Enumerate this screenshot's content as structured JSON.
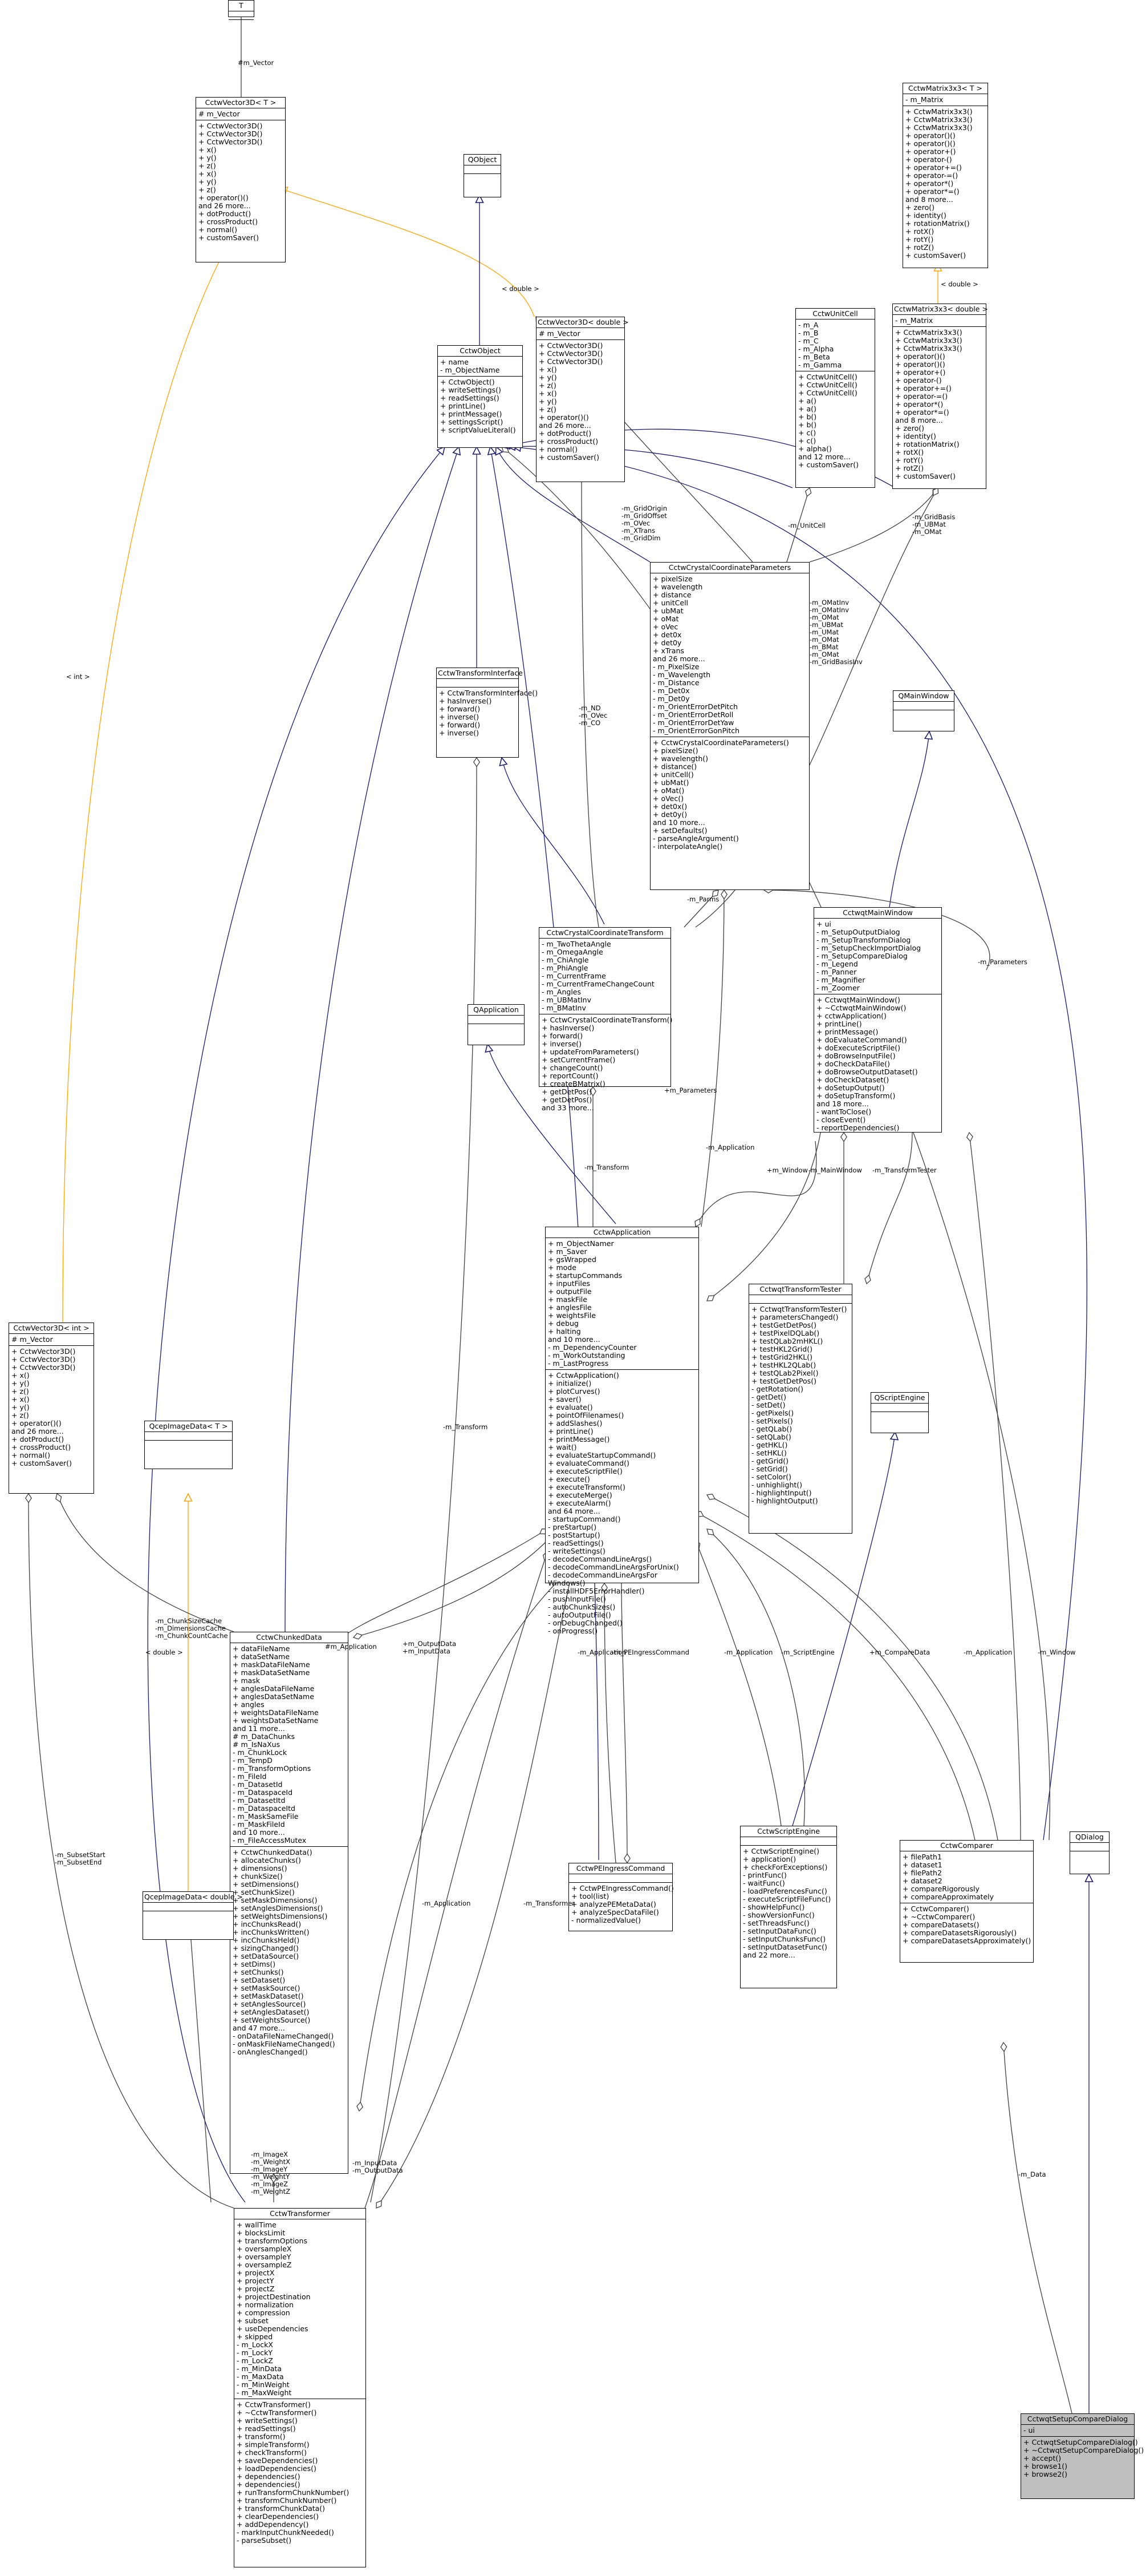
{
  "colors": {
    "inherit": "#191970",
    "usage": "#9a32cd",
    "template": "#ffa500",
    "line": "#404040",
    "target_fill": "#bfbfbf"
  },
  "classes": {
    "T": {
      "name": "T",
      "attrs": [],
      "methods": []
    },
    "cctwVector3D_T": {
      "name": "CctwVector3D< T >",
      "attrs": [
        "# m_Vector"
      ],
      "methods": [
        "+ CctwVector3D()",
        "+ CctwVector3D()",
        "+ CctwVector3D()",
        "+ x()",
        "+ y()",
        "+ z()",
        "+ x()",
        "+ y()",
        "+ z()",
        "+ operator()()",
        "and 26 more...",
        "+ dotProduct()",
        "+ crossProduct()",
        "+ normal()",
        "+ customSaver()"
      ]
    },
    "qobject": {
      "name": "QObject",
      "attrs": [],
      "methods": []
    },
    "cctwMatrix3x3_T": {
      "name": "CctwMatrix3x3< T >",
      "attrs": [
        "- m_Matrix"
      ],
      "methods": [
        "+ CctwMatrix3x3()",
        "+ CctwMatrix3x3()",
        "+ CctwMatrix3x3()",
        "+ operator()()",
        "+ operator()()",
        "+ operator+()",
        "+ operator-()",
        "+ operator+=()",
        "+ operator-=()",
        "+ operator*()",
        "+ operator*=()",
        "and 8 more...",
        "+ zero()",
        "+ identity()",
        "+ rotationMatrix()",
        "+ rotX()",
        "+ rotY()",
        "+ rotZ()",
        "+ customSaver()"
      ]
    },
    "cctwVector3D_double": {
      "name": "CctwVector3D< double >",
      "attrs": [
        "# m_Vector"
      ],
      "methods": [
        "+ CctwVector3D()",
        "+ CctwVector3D()",
        "+ CctwVector3D()",
        "+ x()",
        "+ y()",
        "+ z()",
        "+ x()",
        "+ y()",
        "+ z()",
        "+ operator()()",
        "and 26 more...",
        "+ dotProduct()",
        "+ crossProduct()",
        "+ normal()",
        "+ customSaver()"
      ]
    },
    "cctwUnitCell": {
      "name": "CctwUnitCell",
      "attrs": [
        "- m_A",
        "- m_B",
        "- m_C",
        "- m_Alpha",
        "- m_Beta",
        "- m_Gamma"
      ],
      "methods": [
        "+ CctwUnitCell()",
        "+ CctwUnitCell()",
        "+ CctwUnitCell()",
        "+ a()",
        "+ a()",
        "+ b()",
        "+ b()",
        "+ c()",
        "+ c()",
        "+ alpha()",
        "and 12 more...",
        "+ customSaver()"
      ]
    },
    "cctwMatrix3x3_double": {
      "name": "CctwMatrix3x3< double >",
      "attrs": [
        "- m_Matrix"
      ],
      "methods": [
        "+ CctwMatrix3x3()",
        "+ CctwMatrix3x3()",
        "+ CctwMatrix3x3()",
        "+ operator()()",
        "+ operator()()",
        "+ operator+()",
        "+ operator-()",
        "+ operator+=()",
        "+ operator-=()",
        "+ operator*()",
        "+ operator*=()",
        "and 8 more...",
        "+ zero()",
        "+ identity()",
        "+ rotationMatrix()",
        "+ rotX()",
        "+ rotY()",
        "+ rotZ()",
        "+ customSaver()"
      ]
    },
    "cctwObject": {
      "name": "CctwObject",
      "attrs": [
        "+ name",
        "- m_ObjectName"
      ],
      "methods": [
        "+ CctwObject()",
        "+ writeSettings()",
        "+ readSettings()",
        "+ printLine()",
        "+ printMessage()",
        "+ settingsScript()",
        "+ scriptValueLiteral()"
      ]
    },
    "cctwCrystalCoordParams": {
      "name": "CctwCrystalCoordinateParameters",
      "attrs": [
        "+ pixelSize",
        "+ wavelength",
        "+ distance",
        "+ unitCell",
        "+ ubMat",
        "+ oMat",
        "+ oVec",
        "+ det0x",
        "+ det0y",
        "+ xTrans",
        "and 26 more...",
        "- m_PixelSize",
        "- m_Wavelength",
        "- m_Distance",
        "- m_Det0x",
        "- m_Det0y",
        "- m_OrientErrorDetPitch",
        "- m_OrientErrorDetRoll",
        "- m_OrientErrorDetYaw",
        "- m_OrientErrorGonPitch"
      ],
      "methods": [
        "+ CctwCrystalCoordinateParameters()",
        "+ pixelSize()",
        "+ wavelength()",
        "+ distance()",
        "+ unitCell()",
        "+ ubMat()",
        "+ oMat()",
        "+ oVec()",
        "+ det0x()",
        "+ det0y()",
        "and 10 more...",
        "+ setDefaults()",
        "- parseAngleArgument()",
        "- interpolateAngle()"
      ]
    },
    "cctwTransformInterface": {
      "name": "CctwTransformInterface",
      "attrs": [],
      "methods": [
        "+ CctwTransformInterface()",
        "+ hasInverse()",
        "+ forward()",
        "+ inverse()",
        "+ forward()",
        "+ inverse()"
      ]
    },
    "qmainwindow": {
      "name": "QMainWindow",
      "attrs": [],
      "methods": []
    },
    "cctwCrystalCoordTransform": {
      "name": "CctwCrystalCoordinateTransform",
      "attrs": [
        "- m_TwoThetaAngle",
        "- m_OmegaAngle",
        "- m_ChiAngle",
        "- m_PhiAngle",
        "- m_CurrentFrame",
        "- m_CurrentFrameChangeCount",
        "- m_Angles",
        "- m_UBMatInv",
        "- m_BMatInv"
      ],
      "methods": [
        "+ CctwCrystalCoordinateTransform()",
        "+ hasInverse()",
        "+ forward()",
        "+ inverse()",
        "+ updateFromParameters()",
        "+ setCurrentFrame()",
        "+ changeCount()",
        "+ reportCount()",
        "+ createBMatrix()",
        "+ getDetPos()",
        "+ getDetPos()",
        "and 33 more..."
      ]
    },
    "qapplication": {
      "name": "QApplication",
      "attrs": [],
      "methods": []
    },
    "cctwqtMainWindow": {
      "name": "CctwqtMainWindow",
      "attrs": [
        "+ ui",
        "- m_SetupOutputDialog",
        "- m_SetupTransformDialog",
        "- m_SetupCheckImportDialog",
        "- m_SetupCompareDialog",
        "- m_Legend",
        "- m_Panner",
        "- m_Magnifier",
        "- m_Zoomer"
      ],
      "methods": [
        "+ CctwqtMainWindow()",
        "+ ~CctwqtMainWindow()",
        "+ cctwApplication()",
        "+ printLine()",
        "+ printMessage()",
        "+ doEvaluateCommand()",
        "+ doExecuteScriptFile()",
        "+ doBrowseInputFile()",
        "+ doCheckDataFile()",
        "+ doBrowseOutputDataset()",
        "+ doCheckDataset()",
        "+ doSetupOutput()",
        "+ doSetupTransform()",
        "and 18 more...",
        "- wantToClose()",
        "- closeEvent()",
        "- reportDependencies()"
      ]
    },
    "cctwApplication": {
      "name": "CctwApplication",
      "attrs": [
        "+ m_ObjectNamer",
        "+ m_Saver",
        "+ gsWrapped",
        "+ mode",
        "+ startupCommands",
        "+ inputFiles",
        "+ outputFile",
        "+ maskFile",
        "+ anglesFile",
        "+ weightsFile",
        "+ debug",
        "+ halting",
        "and 10 more...",
        "- m_DependencyCounter",
        "- m_WorkOutstanding",
        "- m_LastProgress"
      ],
      "methods": [
        "+ CctwApplication()",
        "+ initialize()",
        "+ plotCurves()",
        "+ saver()",
        "+ evaluate()",
        "+ pointOfFilenames()",
        "+ addSlashes()",
        "+ printLine()",
        "+ printMessage()",
        "+ wait()",
        "+ evaluateStartupCommand()",
        "+ evaluateCommand()",
        "+ executeScriptFile()",
        "+ execute()",
        "+ executeTransform()",
        "+ executeMerge()",
        "+ executeAlarm()",
        "and 64 more...",
        "- startupCommand()",
        "- preStartup()",
        "- postStartup()",
        "- readSettings()",
        "- writeSettings()",
        "- decodeCommandLineArgs()",
        "- decodeCommandLineArgsForUnix()",
        "- decodeCommandLineArgsFor",
        "Windows()",
        "- installHDF5ErrorHandler()",
        "- pushInputFile()",
        "- autoChunkSizes()",
        "- autoOutputFile()",
        "- onDebugChanged()",
        "- onProgress()"
      ]
    },
    "cctwqtTransformTester": {
      "name": "CctwqtTransformTester",
      "attrs": [],
      "methods": [
        "+ CctwqtTransformTester()",
        "+ parametersChanged()",
        "+ testGetDetPos()",
        "+ testPixelDQLab()",
        "+ testQLab2mHKL()",
        "+ testHKL2Grid()",
        "+ testGrid2HKL()",
        "+ testHKL2QLab()",
        "+ testQLab2Pixel()",
        "+ testGetDetPos()",
        "- getRotation()",
        "- getDet()",
        "- setDet()",
        "- getPixels()",
        "- setPixels()",
        "- getQLab()",
        "- setQLab()",
        "- getHKL()",
        "- setHKL()",
        "- getGrid()",
        "- setGrid()",
        "- setColor()",
        "- unhighlight()",
        "- highlightInput()",
        "- highlightOutput()"
      ]
    },
    "cctwVector3D_int": {
      "name": "CctwVector3D< int >",
      "attrs": [
        "# m_Vector"
      ],
      "methods": [
        "+ CctwVector3D()",
        "+ CctwVector3D()",
        "+ CctwVector3D()",
        "+ x()",
        "+ y()",
        "+ z()",
        "+ x()",
        "+ y()",
        "+ z()",
        "+ operator()()",
        "and 26 more...",
        "+ dotProduct()",
        "+ crossProduct()",
        "+ normal()",
        "+ customSaver()"
      ]
    },
    "qcepImageData_T": {
      "name": "QcepImageData< T >",
      "attrs": [],
      "methods": []
    },
    "qscriptengine": {
      "name": "QScriptEngine",
      "attrs": [],
      "methods": []
    },
    "cctwChunkedData": {
      "name": "CctwChunkedData",
      "attrs": [
        "+ dataFileName",
        "+ dataSetName",
        "+ maskDataFileName",
        "+ maskDataSetName",
        "+ mask",
        "+ anglesDataFileName",
        "+ anglesDataSetName",
        "+ angles",
        "+ weightsDataFileName",
        "+ weightsDataSetName",
        "and 11 more...",
        "# m_DataChunks",
        "# m_IsNaXus",
        "- m_ChunkLock",
        "- m_TempD",
        "- m_TransformOptions",
        "- m_FileId",
        "- m_DatasetId",
        "- m_DataspaceId",
        "- m_DatasetItd",
        "- m_DataspaceItd",
        "- m_MaskSameFile",
        "- m_MaskFileId",
        "and 10 more...",
        "- m_FileAccessMutex"
      ],
      "methods": [
        "+ CctwChunkedData()",
        "+ allocateChunks()",
        "+ dimensions()",
        "+ chunkSize()",
        "+ setDimensions()",
        "+ setChunkSize()",
        "+ setMaskDimensions()",
        "+ setAnglesDimensions()",
        "+ setWeightsDimensions()",
        "+ incChunksRead()",
        "+ incChunksWritten()",
        "+ incChunksHeld()",
        "+ sizingChanged()",
        "+ setDataSource()",
        "+ setDims()",
        "+ setChunks()",
        "+ setDataset()",
        "+ setMaskSource()",
        "+ setMaskDataset()",
        "+ setAnglesSource()",
        "+ setAnglesDataset()",
        "+ setWeightsSource()",
        "and 47 more...",
        "- onDataFileNameChanged()",
        "- onMaskFileNameChanged()",
        "- onAnglesChanged()"
      ]
    },
    "cctwPEIngressCommand": {
      "name": "CctwPEIngressCommand",
      "attrs": [],
      "methods": [
        "+ CctwPEIngressCommand()",
        "+ tool(list)",
        "+ analyzePEMetaData()",
        "+ analyzeSpecDataFile()",
        "- normalizedValue()"
      ]
    },
    "cctwScriptEngine": {
      "name": "CctwScriptEngine",
      "attrs": [],
      "methods": [
        "+ CctwScriptEngine()",
        "+ application()",
        "+ checkForExceptions()",
        "- printFunc()",
        "- waitFunc()",
        "- loadPreferencesFunc()",
        "- executeScriptFileFunc()",
        "- showHelpFunc()",
        "- showVersionFunc()",
        "- setThreadsFunc()",
        "- setInputDataFunc()",
        "- setInputChunksFunc()",
        "- setInputDatasetFunc()",
        "and 22 more..."
      ]
    },
    "cctwComparer": {
      "name": "CctwComparer",
      "attrs": [
        "+ filePath1",
        "+ dataset1",
        "+ filePath2",
        "+ dataset2",
        "+ compareRigorously",
        "+ compareApproximately"
      ],
      "methods": [
        "+ CctwComparer()",
        "+ ~CctwComparer()",
        "+ compareDatasets()",
        "+ compareDatasetsRigorously()",
        "+ compareDatasetsApproximately()"
      ]
    },
    "qdialog": {
      "name": "QDialog",
      "attrs": [],
      "methods": []
    },
    "qcepImageData_double": {
      "name": "QcepImageData< double >",
      "attrs": [],
      "methods": []
    },
    "cctwTransformer": {
      "name": "CctwTransformer",
      "attrs": [
        "+ wallTime",
        "+ blocksLimit",
        "+ transformOptions",
        "+ oversampleX",
        "+ oversampleY",
        "+ oversampleZ",
        "+ projectX",
        "+ projectY",
        "+ projectZ",
        "+ projectDestination",
        "+ normalization",
        "+ compression",
        "+ subset",
        "+ useDependencies",
        "+ skipped",
        "- m_LockX",
        "- m_LockY",
        "- m_LockZ",
        "- m_MinData",
        "- m_MaxData",
        "- m_MinWeight",
        "- m_MaxWeight"
      ],
      "methods": [
        "+ CctwTransformer()",
        "+ ~CctwTransformer()",
        "+ writeSettings()",
        "+ readSettings()",
        "+ transform()",
        "+ simpleTransform()",
        "+ checkTransform()",
        "+ saveDependencies()",
        "+ loadDependencies()",
        "+ dependencies()",
        "+ dependencies()",
        "+ runTransformChunkNumber()",
        "+ transformChunkNumber()",
        "+ transformChunkData()",
        "+ clearDependencies()",
        "+ addDependency()",
        "- markInputChunkNeeded()",
        "- parseSubset()"
      ]
    },
    "cctwqtSetupCompareDialog": {
      "name": "CctwqtSetupCompareDialog",
      "attrs": [
        "- ui"
      ],
      "methods": [
        "+ CctwqtSetupCompareDialog()",
        "+ ~CctwqtSetupCompareDialog()",
        "+ accept()",
        "+ browse1()",
        "+ browse2()"
      ]
    }
  },
  "labels": [
    "#m_Vector",
    "< double >",
    "< double >",
    "< int >",
    "-m_GridOrigin\n-m_GridOffset\n-m_OVec\n-m_XTrans\n-m_GridDim",
    "-m_UnitCell",
    "-m_GridBasis\n-m_UBMat\n-m_OMat",
    "-m_OMatInv\n-m_OMatInv\n-m_OMat\n-m_UBMat\n-m_UMat\n-m_OMat\n-m_BMat\n-m_OMat\n-m_GridBasisInv",
    "-m_ND\n-m_OVec\n-m_CO",
    "-m_Parms",
    "+m_Parameters",
    "-m_Transform",
    "-m_Application",
    "+m_Window",
    "-m_MainWindow",
    "-m_Parameters",
    "-m_TransformTester",
    "< double >",
    "-m_ChunkSizeCache\n-m_DimensionsCache\n-m_ChunkCountCache",
    "#m_Application",
    "+m_OutputData\n+m_InputData",
    "-m_Application",
    "-m_PEIngressCommand",
    "-m_Application",
    "-m_ScriptEngine",
    "+m_CompareData",
    "-m_Application",
    "-m_Window",
    "-m_Transform",
    "-m_SubsetStart\n-m_SubsetEnd",
    "-m_ImageX\n-m_WeightX\n-m_ImageY\n-m_WeightY\n-m_ImageZ\n-m_WeightZ",
    "-m_InputData\n-m_OutputData",
    "-m_Application",
    "-m_Transformer",
    "-m_Data"
  ]
}
